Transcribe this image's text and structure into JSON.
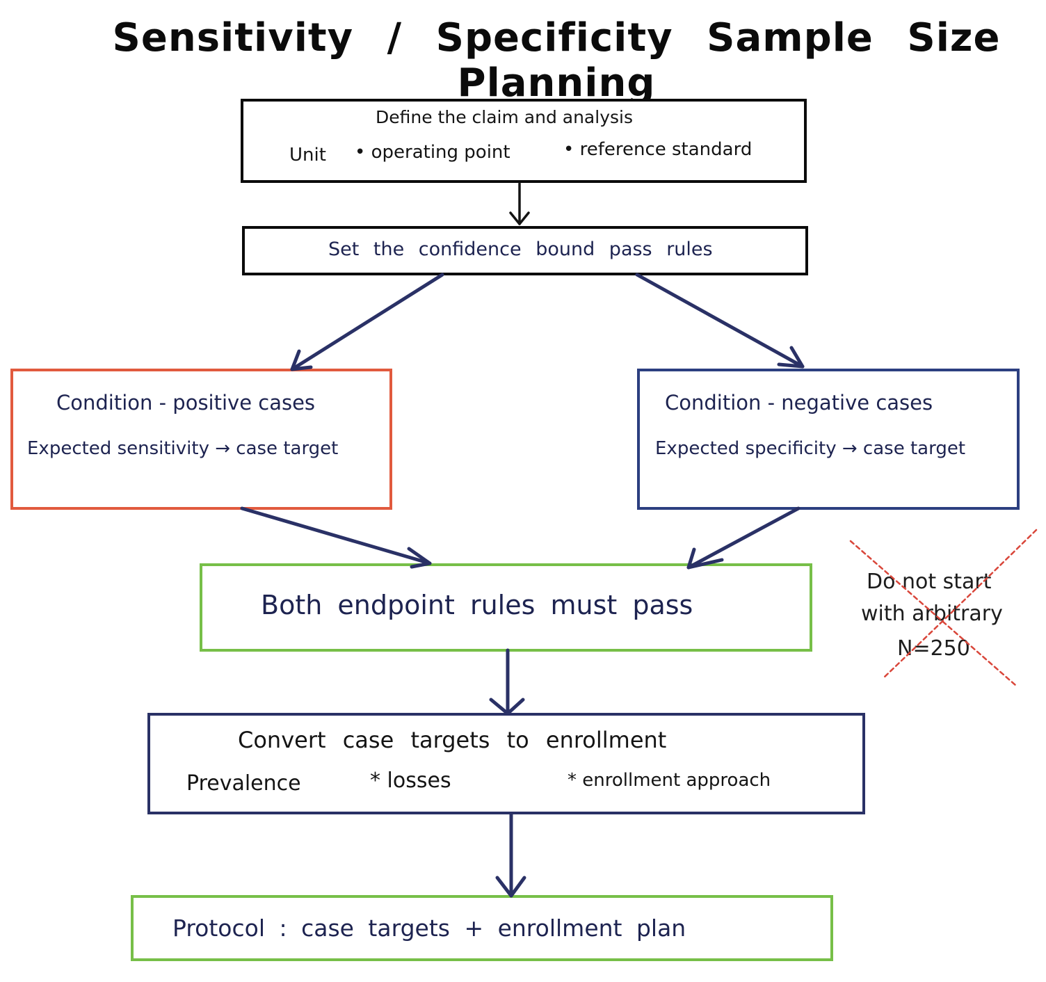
{
  "title": "Sensitivity / Specificity Sample Size Planning",
  "define_box": {
    "title": "Define the claim and analysis",
    "item1": "Unit",
    "item2": "• operating point",
    "item3": "• reference standard"
  },
  "confidence_box": {
    "title": "Set the confidence bound pass rules"
  },
  "positive_box": {
    "title": "Condition - positive cases",
    "detail": "Expected sensitivity → case target"
  },
  "negative_box": {
    "title": "Condition - negative cases",
    "detail": "Expected specificity → case target"
  },
  "both_box": {
    "title": "Both endpoint rules must pass"
  },
  "convert_box": {
    "title": "Convert case targets to enrollment",
    "item1": "Prevalence",
    "item2": "* losses",
    "item3": "* enrollment approach"
  },
  "protocol_box": {
    "title": "Protocol : case targets + enrollment plan"
  },
  "crossed_note": {
    "line1": "Do not start",
    "line2": "with arbitrary",
    "line3": "N=250"
  },
  "colors": {
    "positive_border": "#e15a3e",
    "negative_border": "#2c3f80",
    "pass_border": "#77bf48",
    "arrow": "#2a3166",
    "cross_out": "#d9463a"
  }
}
